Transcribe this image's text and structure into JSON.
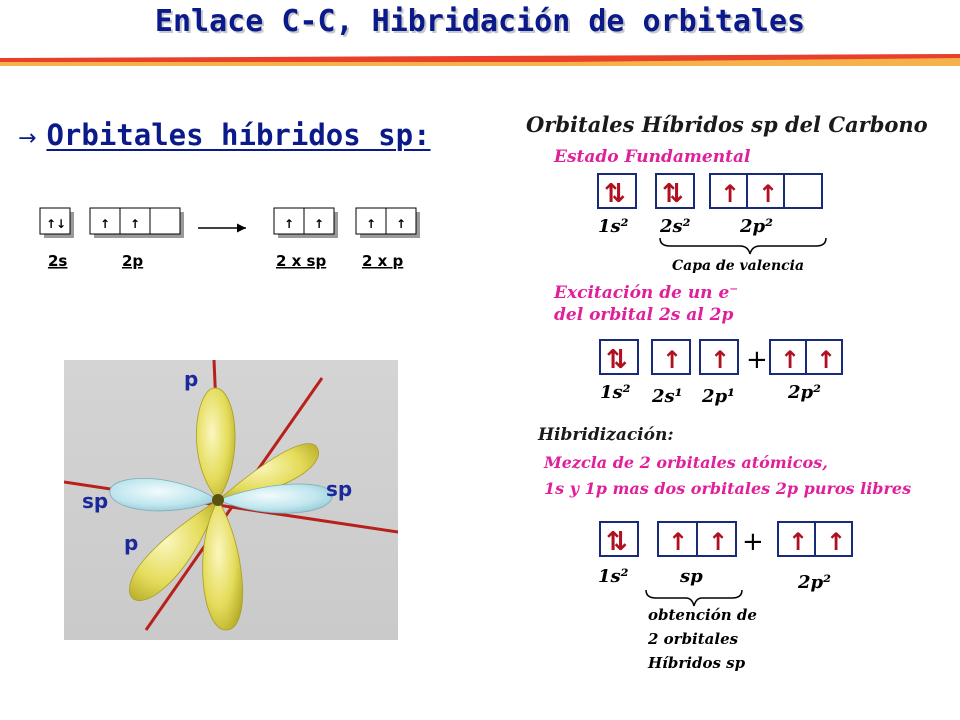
{
  "title": "Enlace C-C, Hibridación de orbitales",
  "bullet": {
    "icon": "right-arrow-icon",
    "text": "Orbitales híbridos sp:"
  },
  "diagram_small": {
    "labels": {
      "s2": "2s",
      "p2": "2p",
      "sp": "2 x sp",
      "p": "2 x p"
    }
  },
  "lobes": {
    "p_top": "p",
    "p_bottom": "p",
    "sp_left": "sp",
    "sp_right": "sp"
  },
  "right_panel": {
    "title": "Orbitales Híbridos  sp del Carbono",
    "section1": {
      "heading": "Estado Fundamental",
      "labels": [
        "1s²",
        "2s²",
        "2p²"
      ],
      "brace_label": "Capa de valencia"
    },
    "section2": {
      "heading_line1": "Excitación de un e⁻",
      "heading_line2": "del orbital 2s al 2p",
      "labels": [
        "1s²",
        "2s¹",
        "2p¹",
        "2p²"
      ],
      "plus": "+"
    },
    "section3": {
      "heading": "Hibridización:",
      "desc_line1": "Mezcla de 2  orbitales atómicos,",
      "desc_line2": "1s y  1p mas dos orbitales 2p puros libres",
      "labels": [
        "1s²",
        "sp",
        "2p²"
      ],
      "plus": "+",
      "brace_line1": "obtención de",
      "brace_line2": "2 orbitales",
      "brace_line3": "Híbridos sp"
    }
  },
  "colors": {
    "title": "#0a1a8a",
    "magenta": "#e0209a",
    "arrow_red": "#b01020",
    "stripe": "#e8402a",
    "yellow": "#e4dc5a",
    "cyan": "#bfe6ee"
  }
}
